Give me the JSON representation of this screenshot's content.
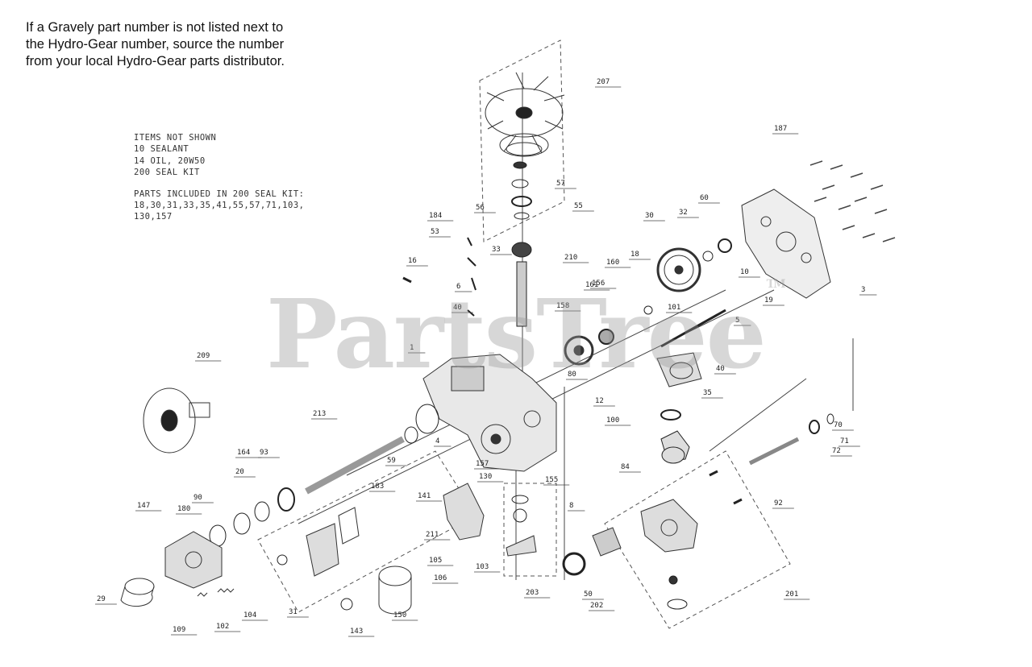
{
  "note": {
    "lines": [
      "If a Gravely part number is not listed next to",
      "the Hydro-Gear number, source the number",
      "from your local Hydro-Gear parts distributor."
    ]
  },
  "items_not_shown": {
    "title": "ITEMS NOT SHOWN",
    "lines": [
      "10 SEALANT",
      "14 OIL, 20W50",
      "200 SEAL KIT"
    ],
    "kit_title": "PARTS INCLUDED IN 200 SEAL KIT:",
    "kit_lines": [
      "18,30,31,33,35,41,55,57,71,103,",
      "130,157"
    ]
  },
  "watermark": {
    "text": "PartsTree",
    "tm": "TM"
  },
  "callouts": [
    {
      "id": "207",
      "t": "207"
    },
    {
      "id": "57",
      "t": "57"
    },
    {
      "id": "56",
      "t": "56"
    },
    {
      "id": "55",
      "t": "55"
    },
    {
      "id": "33",
      "t": "33"
    },
    {
      "id": "210",
      "t": "210"
    },
    {
      "id": "30",
      "t": "30"
    },
    {
      "id": "32",
      "t": "32"
    },
    {
      "id": "60",
      "t": "60"
    },
    {
      "id": "187",
      "t": "187"
    },
    {
      "id": "3",
      "t": "3"
    },
    {
      "id": "10",
      "t": "10"
    },
    {
      "id": "19",
      "t": "19"
    },
    {
      "id": "5",
      "t": "5"
    },
    {
      "id": "18",
      "t": "18"
    },
    {
      "id": "101",
      "t": "101"
    },
    {
      "id": "160",
      "t": "160"
    },
    {
      "id": "161",
      "t": "161"
    },
    {
      "id": "158",
      "t": "158"
    },
    {
      "id": "40",
      "t": "40"
    },
    {
      "id": "12",
      "t": "12"
    },
    {
      "id": "100",
      "t": "100"
    },
    {
      "id": "35",
      "t": "35"
    },
    {
      "id": "70",
      "t": "70"
    },
    {
      "id": "71",
      "t": "71"
    },
    {
      "id": "72",
      "t": "72"
    },
    {
      "id": "84",
      "t": "84"
    },
    {
      "id": "1",
      "t": "1"
    },
    {
      "id": "209",
      "t": "209"
    },
    {
      "id": "213",
      "t": "213"
    },
    {
      "id": "164",
      "t": "164"
    },
    {
      "id": "93",
      "t": "93"
    },
    {
      "id": "20",
      "t": "20"
    },
    {
      "id": "90",
      "t": "90"
    },
    {
      "id": "147",
      "t": "147"
    },
    {
      "id": "180",
      "t": "180"
    },
    {
      "id": "141",
      "t": "141"
    },
    {
      "id": "4",
      "t": "4"
    },
    {
      "id": "157",
      "t": "157"
    },
    {
      "id": "130",
      "t": "130"
    },
    {
      "id": "155",
      "t": "155"
    },
    {
      "id": "8",
      "t": "8"
    },
    {
      "id": "202",
      "t": "202"
    },
    {
      "id": "201",
      "t": "201"
    },
    {
      "id": "50",
      "t": "50"
    },
    {
      "id": "105",
      "t": "105"
    },
    {
      "id": "106",
      "t": "106"
    },
    {
      "id": "103",
      "t": "103"
    },
    {
      "id": "109",
      "t": "109"
    },
    {
      "id": "102",
      "t": "102"
    },
    {
      "id": "104",
      "t": "104"
    },
    {
      "id": "31",
      "t": "31"
    },
    {
      "id": "150",
      "t": "150"
    },
    {
      "id": "143",
      "t": "143"
    },
    {
      "id": "53",
      "t": "53"
    },
    {
      "id": "6",
      "t": "6"
    },
    {
      "id": "80",
      "t": "80"
    },
    {
      "id": "16",
      "t": "16"
    },
    {
      "id": "184",
      "t": "184"
    },
    {
      "id": "40b",
      "t": "40"
    },
    {
      "id": "211",
      "t": "211"
    },
    {
      "id": "156",
      "t": "156"
    },
    {
      "id": "203",
      "t": "203"
    },
    {
      "id": "183",
      "t": "183"
    },
    {
      "id": "59",
      "t": "59"
    },
    {
      "id": "29",
      "t": "29"
    },
    {
      "id": "92",
      "t": "92"
    }
  ]
}
